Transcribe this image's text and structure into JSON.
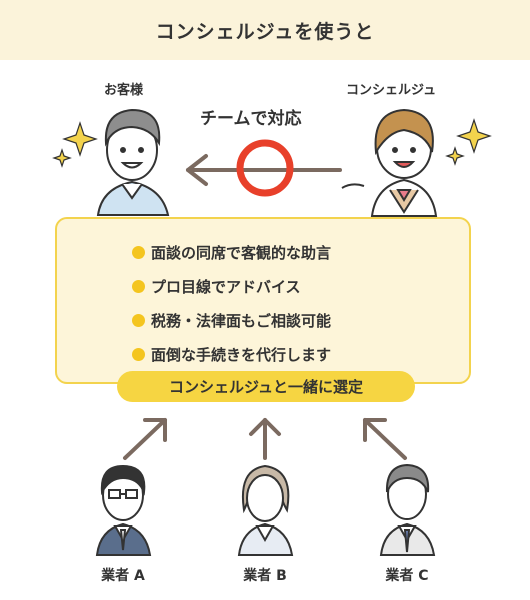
{
  "header": {
    "title": "コンシェルジュを使うと"
  },
  "people": {
    "customer_label": "お客様",
    "concierge_label": "コンシェルジュ"
  },
  "relation": {
    "label": "チームで対応"
  },
  "benefits": [
    {
      "text": "面談の同席で客観的な助言"
    },
    {
      "text": "プロ目線でアドバイス"
    },
    {
      "text": "税務・法律面もご相談可能"
    },
    {
      "text": "面倒な手続きを代行します"
    }
  ],
  "selection": {
    "label": "コンシェルジュと一緒に選定"
  },
  "vendors": [
    {
      "label": "業者 A"
    },
    {
      "label": "業者 B"
    },
    {
      "label": "業者 C"
    }
  ],
  "colors": {
    "header_bg": "#fbf3da",
    "panel_bg": "#fdf5d9",
    "panel_border": "#f3d34d",
    "bullet": "#f4c51f",
    "pill": "#f6d542",
    "circle": "#e8402a",
    "arrow": "#7b6a60"
  }
}
